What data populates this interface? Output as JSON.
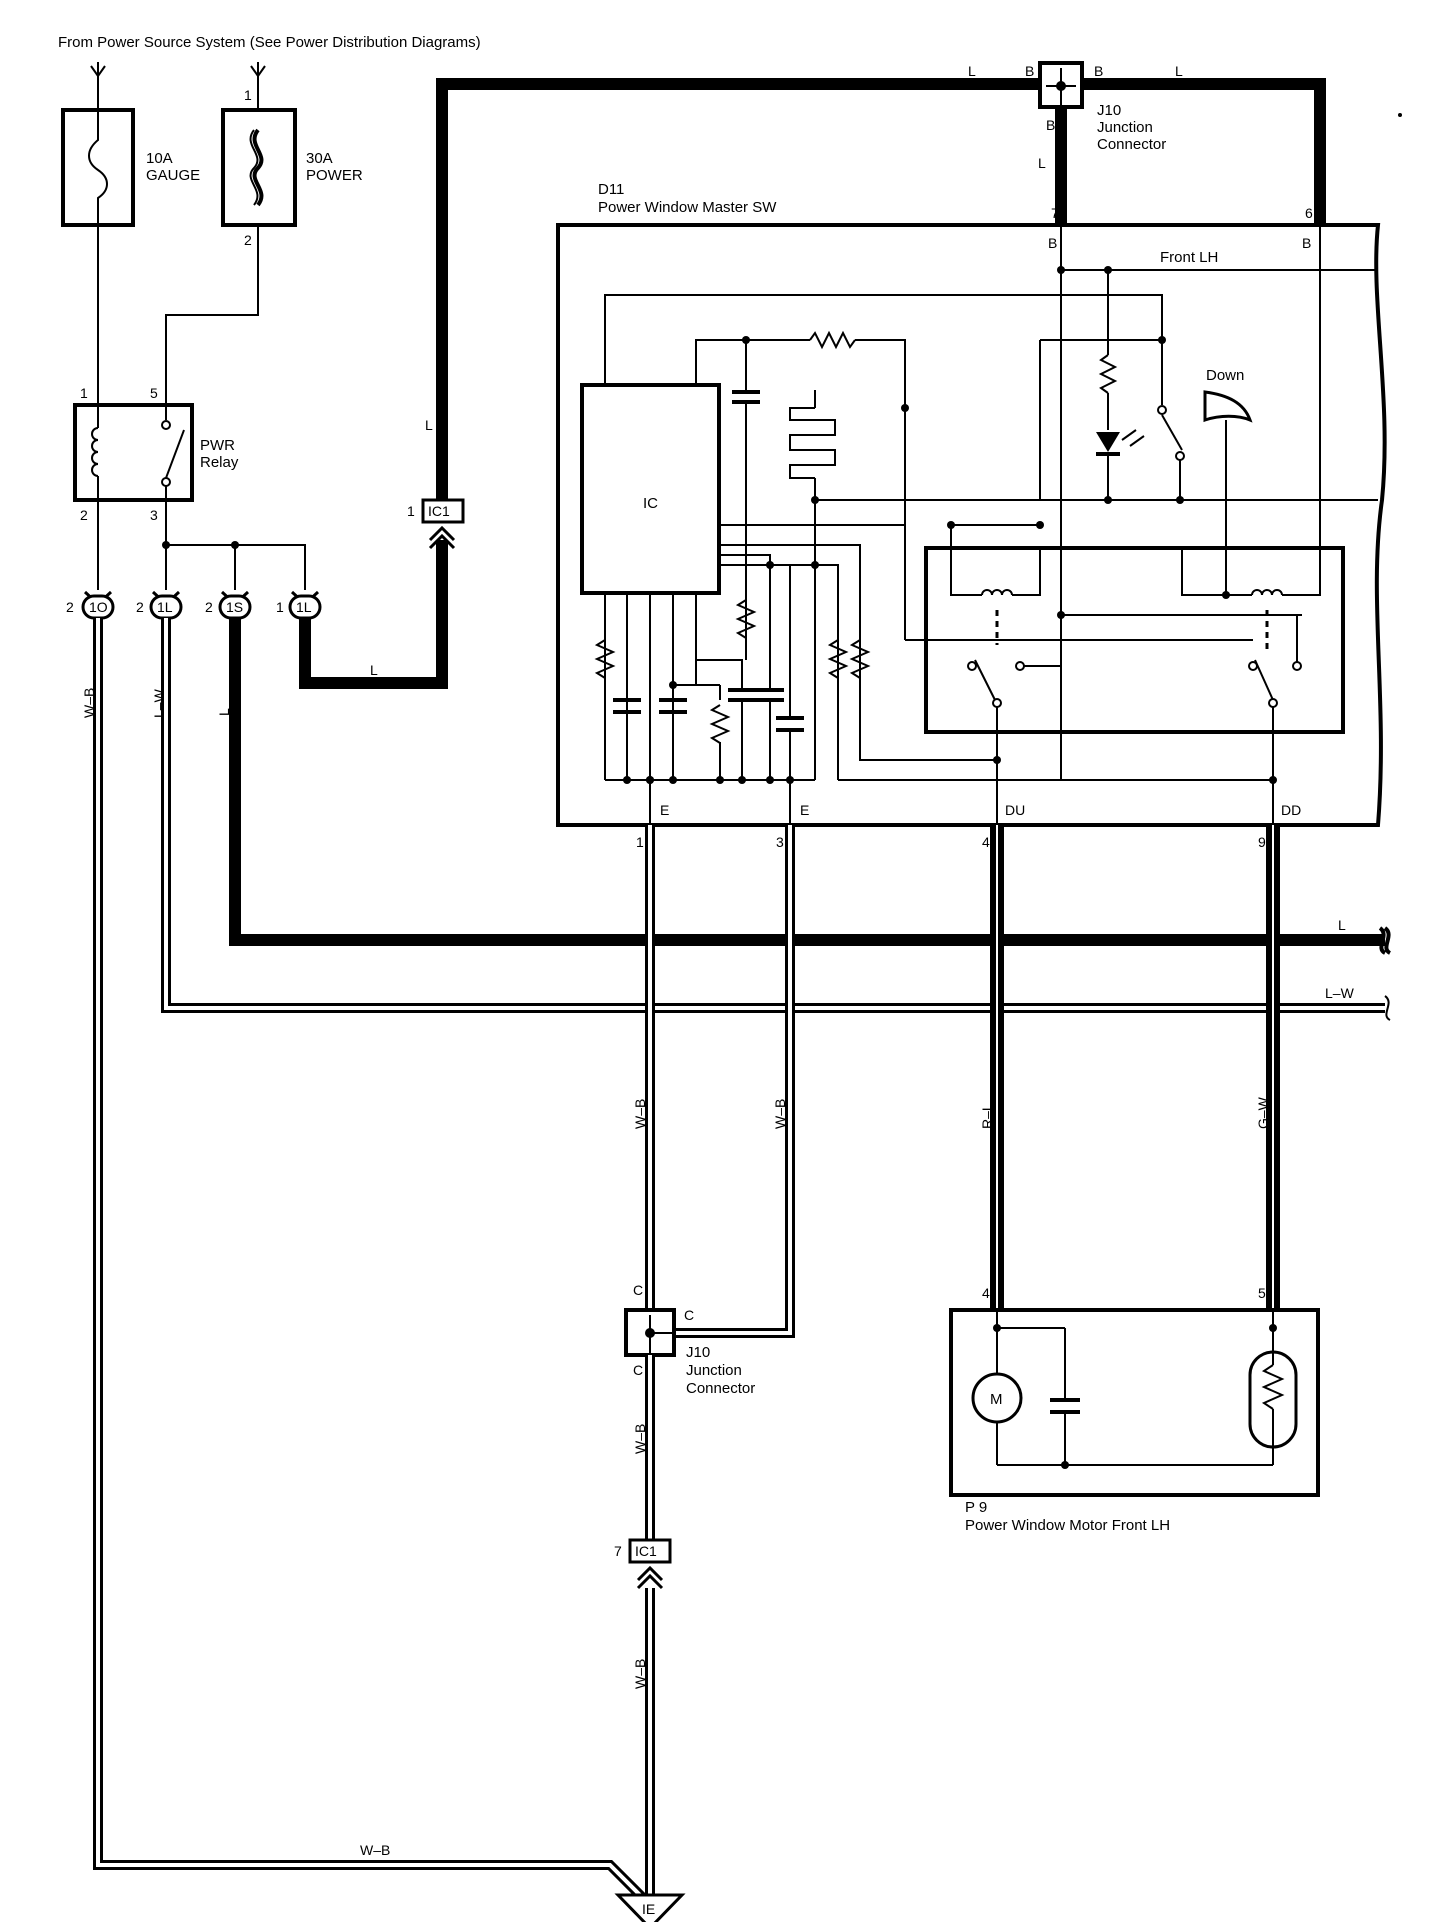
{
  "header": {
    "source_note": "From Power Source System (See Power Distribution Diagrams)"
  },
  "fuses": [
    {
      "pin_top": "",
      "pin_bottom": "",
      "rating": "10A",
      "name": "GAUGE"
    },
    {
      "pin_top": "1",
      "pin_bottom": "2",
      "rating": "30A",
      "name": "POWER"
    }
  ],
  "relay": {
    "name_line1": "PWR",
    "name_line2": "Relay",
    "pin1": "1",
    "pin5": "5",
    "pin2": "2",
    "pin3": "3"
  },
  "connectors": {
    "c1": {
      "pin": "2",
      "id": "1O"
    },
    "c2": {
      "pin": "2",
      "id": "1L"
    },
    "c3": {
      "pin": "2",
      "id": "1S"
    },
    "c4": {
      "pin": "1",
      "id": "1L"
    },
    "ic1_top": {
      "pin": "1",
      "id": "IC1"
    },
    "ic1_bottom": {
      "pin": "7",
      "id": "IC1"
    },
    "ground": {
      "id": "IE"
    }
  },
  "j10_top": {
    "id": "J10",
    "line1": "Junction",
    "line2": "Connector",
    "pin_left": "B",
    "pin_right": "B",
    "pin_bottom": "B"
  },
  "j10_bottom": {
    "id": "J10",
    "line1": "Junction",
    "line2": "Connector",
    "pin_top": "C",
    "pin_right": "C",
    "pin_bottom": "C"
  },
  "master_switch": {
    "id": "D11",
    "name": "Power Window Master SW",
    "section": "Front LH",
    "down_label": "Down",
    "ic_label": "IC",
    "pin7": "7",
    "pin6": "6",
    "pin7_label": "B",
    "pin6_label": "B",
    "pin1": "1",
    "pin3": "3",
    "pin4": "4",
    "pin9": "9",
    "pin1_label": "E",
    "pin3_label": "E",
    "pin4_label": "DU",
    "pin9_label": "DD"
  },
  "motor": {
    "id": "P 9",
    "name": "Power Window Motor Front LH",
    "pin4": "4",
    "pin5": "5",
    "motor_symbol": "M"
  },
  "wires": {
    "w_top_left": "L",
    "w_top_right": "L",
    "w_j10_down": "L",
    "w_ic1_up": "L",
    "w_1L_loop": "L",
    "w_1O": "W–B",
    "w_1L": "L–W",
    "w_1S": "L",
    "w_right_L": "L",
    "w_right_LW": "L–W",
    "w_pin1": "W–B",
    "w_pin3": "W–B",
    "w_pin4": "R–L",
    "w_pin9": "G–W",
    "w_j10_down2": "W–B",
    "w_ic1_down": "W–B",
    "w_bottom": "W–B"
  }
}
